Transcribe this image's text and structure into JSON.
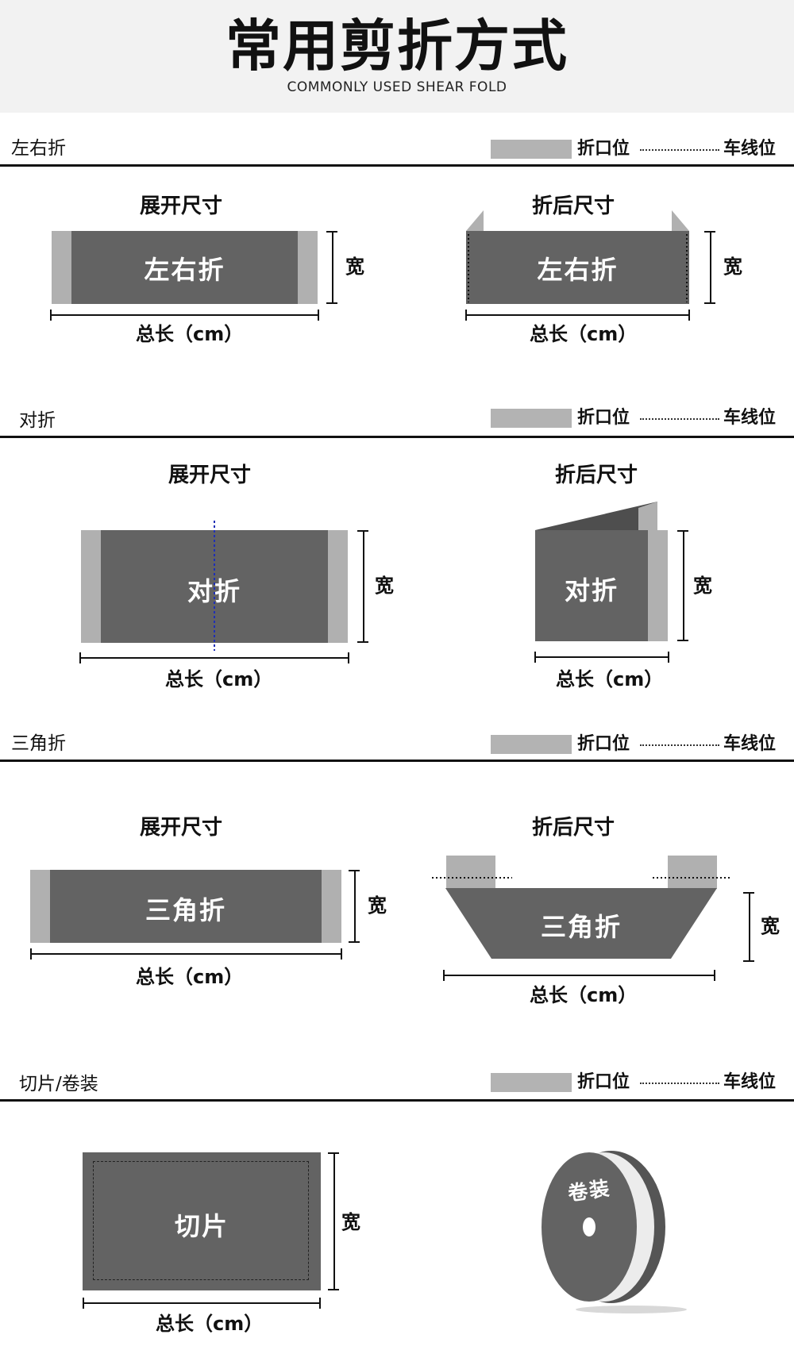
{
  "header": {
    "title": "常用剪折方式",
    "subtitle": "COMMONLY USED SHEAR FOLD"
  },
  "legend": {
    "fold_position": "折口位",
    "stitch_position": "车线位"
  },
  "sections": [
    {
      "title": "左右折",
      "left": {
        "caption": "展开尺寸",
        "label": "左右折",
        "length": "总长（cm）",
        "width": "宽"
      },
      "right": {
        "caption": "折后尺寸",
        "label": "左右折",
        "length": "总长（cm）",
        "width": "宽"
      }
    },
    {
      "title": "对折",
      "left": {
        "caption": "展开尺寸",
        "label": "对折",
        "length": "总长（cm）",
        "width": "宽"
      },
      "right": {
        "caption": "折后尺寸",
        "label": "对折",
        "length": "总长（cm）",
        "width": "宽"
      }
    },
    {
      "title": "三角折",
      "left": {
        "caption": "展开尺寸",
        "label": "三角折",
        "length": "总长（cm）",
        "width": "宽"
      },
      "right": {
        "caption": "折后尺寸",
        "label": "三角折",
        "length": "总长（cm）",
        "width": "宽"
      }
    },
    {
      "title": "切片/卷装",
      "left": {
        "label": "切片",
        "length": "总长（cm）",
        "width": "宽"
      },
      "right": {
        "label": "卷装"
      }
    }
  ],
  "colors": {
    "band": "#636363",
    "fold_edge": "#b0b0b0",
    "fold_line": "#1f2fb5"
  }
}
